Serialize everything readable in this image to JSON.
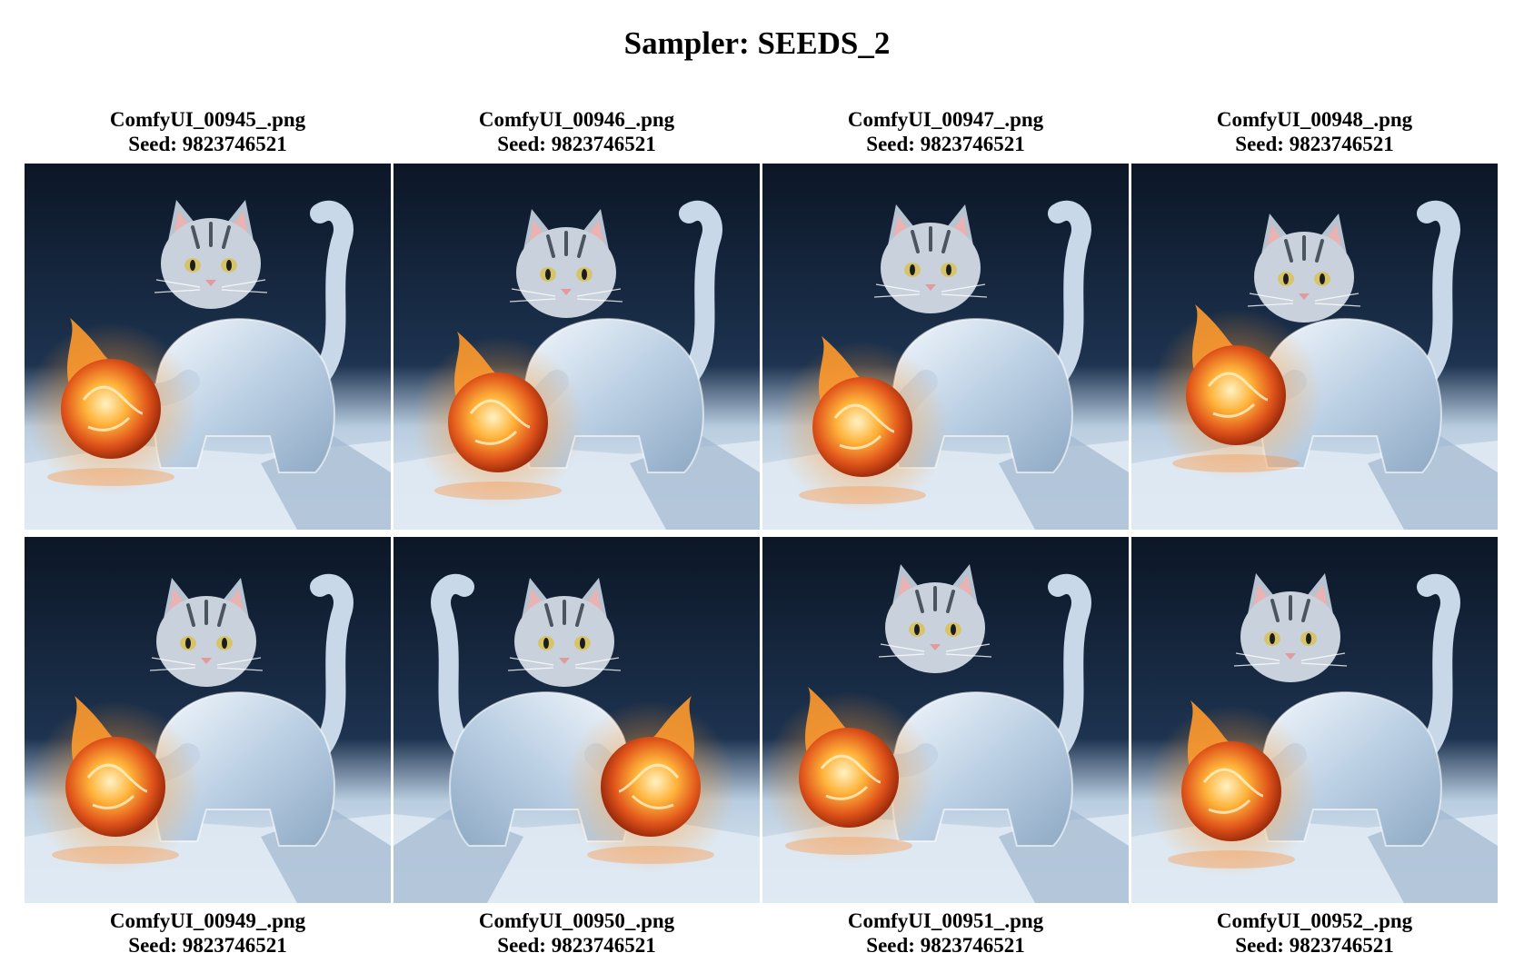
{
  "page": {
    "title": "Sampler: SEEDS_2"
  },
  "images": [
    {
      "filename": "ComfyUI_00945_.png",
      "seed_label": "Seed: 9823746521"
    },
    {
      "filename": "ComfyUI_00946_.png",
      "seed_label": "Seed: 9823746521"
    },
    {
      "filename": "ComfyUI_00947_.png",
      "seed_label": "Seed: 9823746521"
    },
    {
      "filename": "ComfyUI_00948_.png",
      "seed_label": "Seed: 9823746521"
    },
    {
      "filename": "ComfyUI_00949_.png",
      "seed_label": "Seed: 9823746521"
    },
    {
      "filename": "ComfyUI_00950_.png",
      "seed_label": "Seed: 9823746521"
    },
    {
      "filename": "ComfyUI_00951_.png",
      "seed_label": "Seed: 9823746521"
    },
    {
      "filename": "ComfyUI_00952_.png",
      "seed_label": "Seed: 9823746521"
    }
  ]
}
